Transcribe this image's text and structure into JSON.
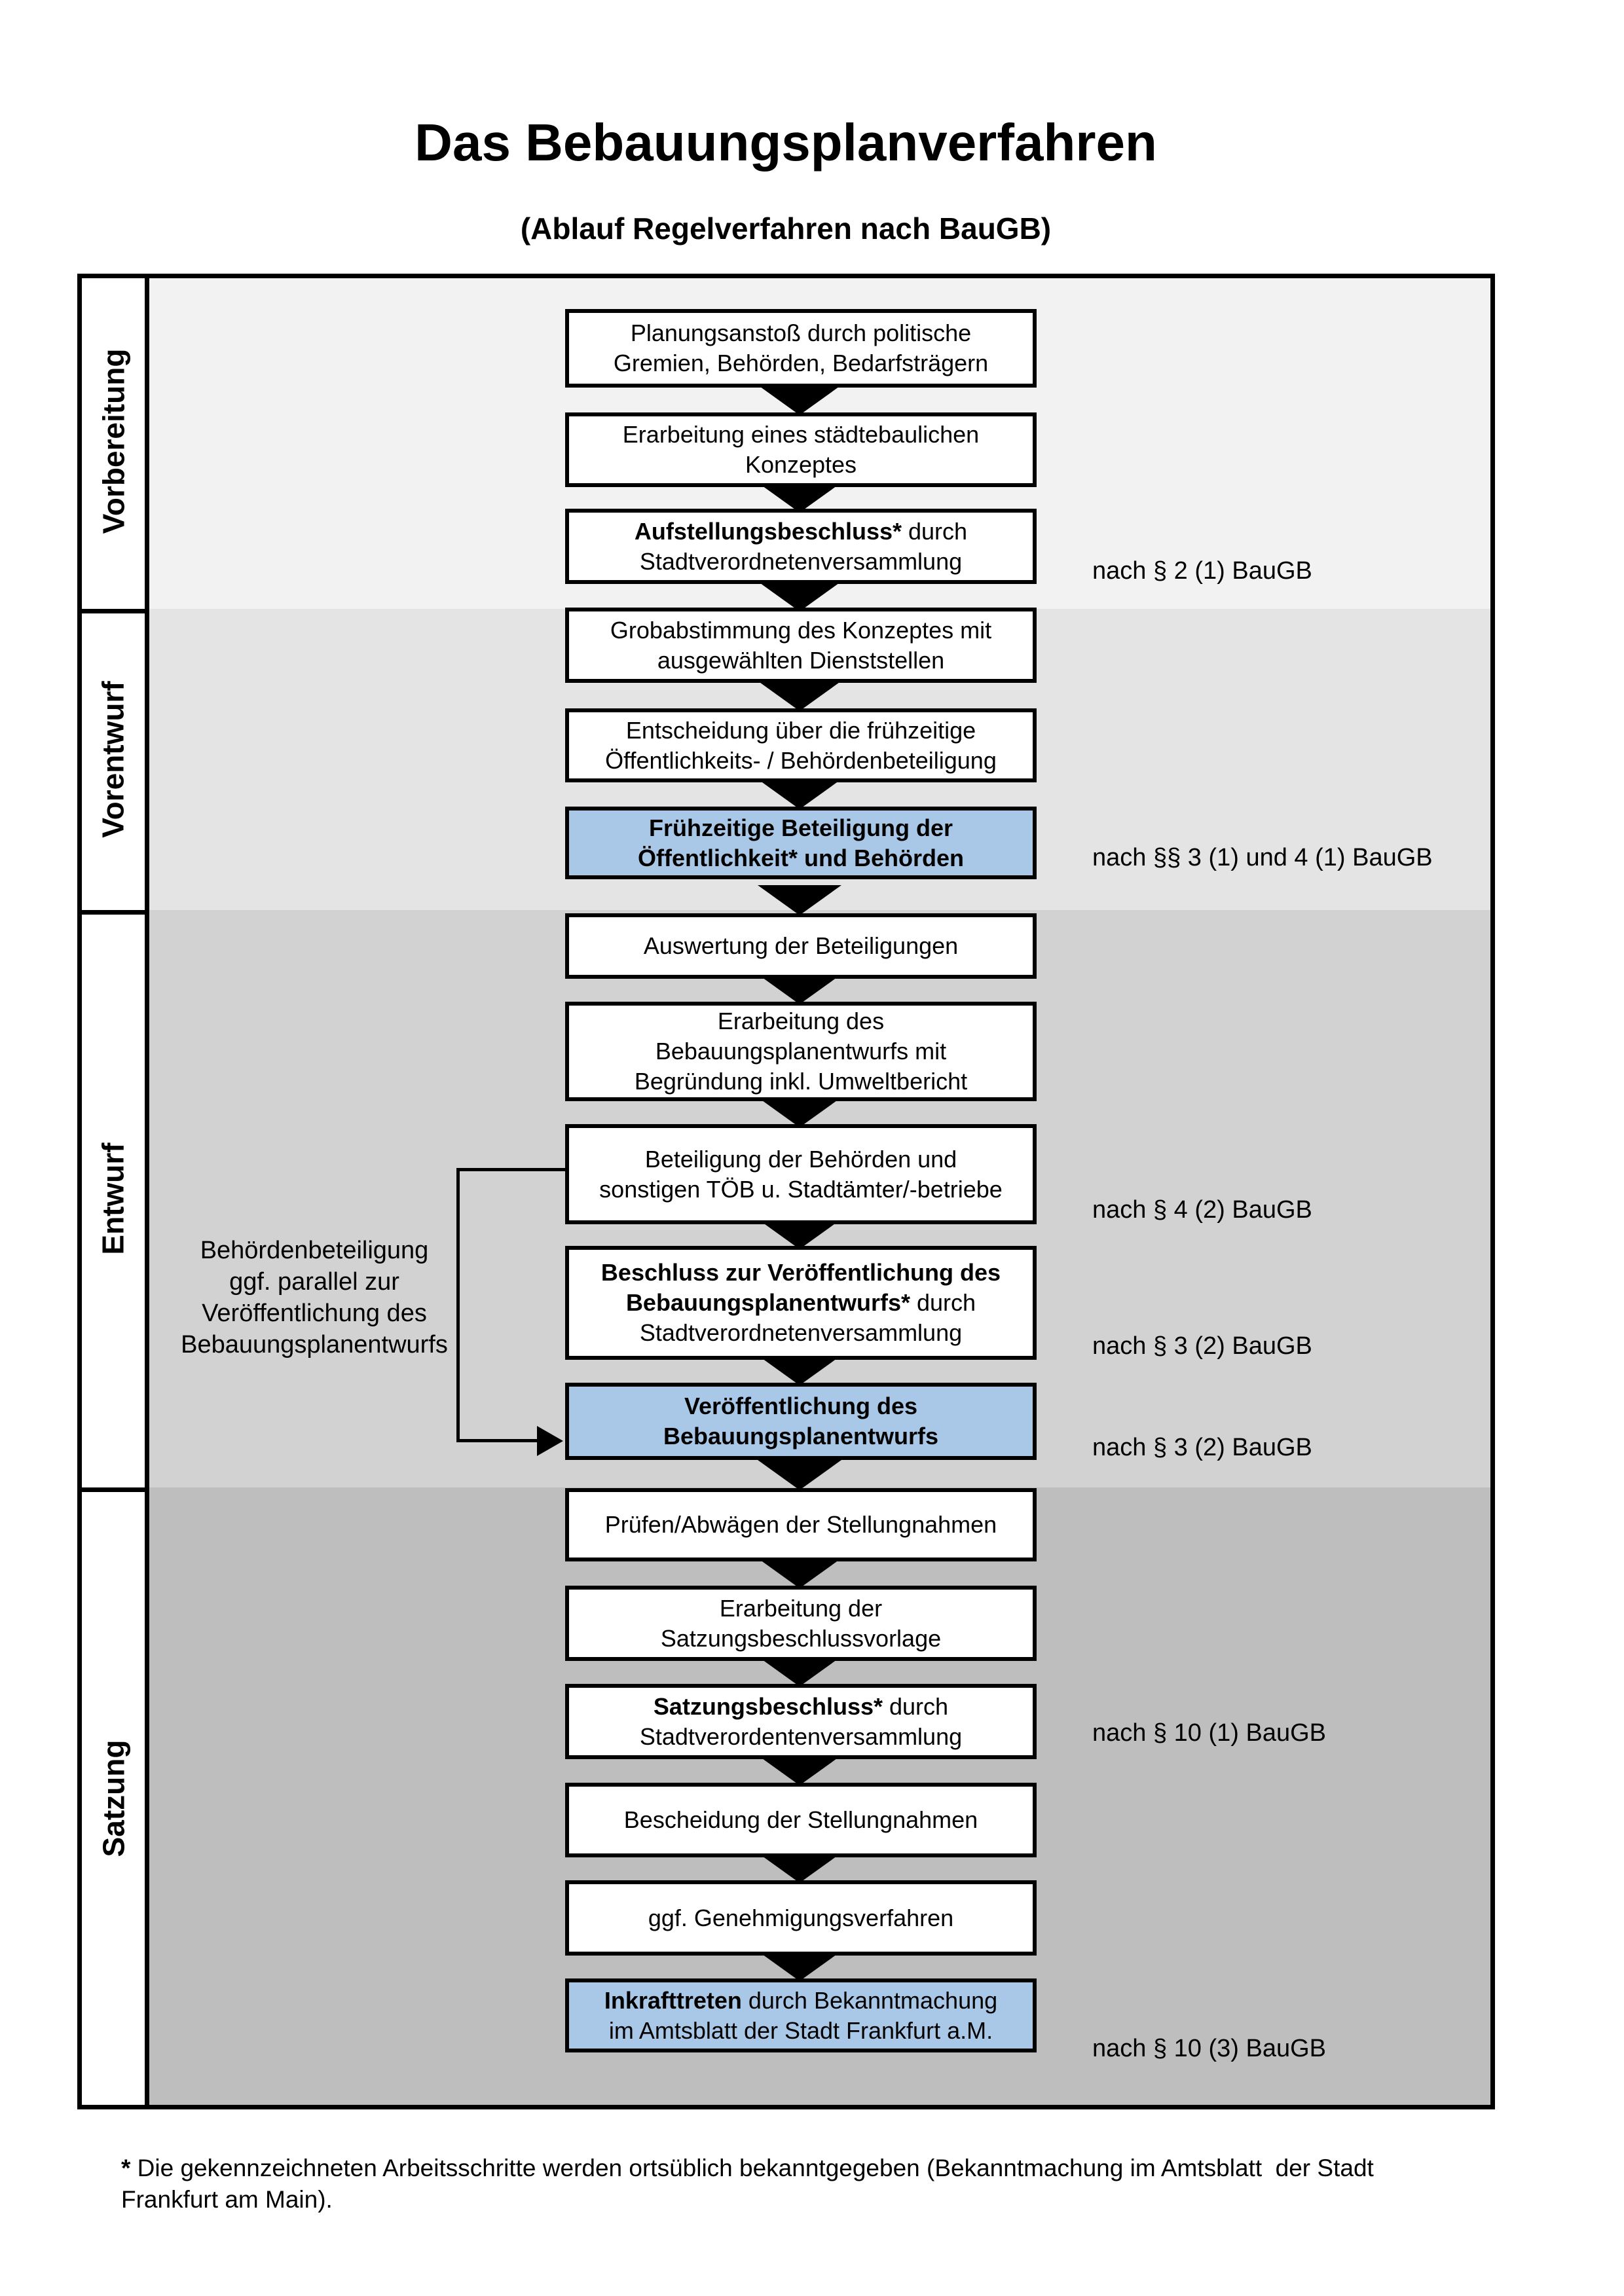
{
  "title": "Das Bebauungsplanverfahren",
  "subtitle": "(Ablauf Regelverfahren nach BauGB)",
  "colors": {
    "highlight_box": "#A9C8E8",
    "box_bg": "#FFFFFF",
    "box_border": "#000000",
    "section_bg": [
      "#F2F2F2",
      "#E4E4E4",
      "#D2D2D2",
      "#BEBEBE"
    ]
  },
  "sections": [
    {
      "label": "Vorbereitung"
    },
    {
      "label": "Vorentwurf"
    },
    {
      "label": "Entwurf"
    },
    {
      "label": "Satzung"
    }
  ],
  "flow": {
    "boxes": [
      {
        "highlighted": false,
        "lines": [
          [
            {
              "t": "Planungsanstoß durch politische"
            }
          ],
          [
            {
              "t": "Gremien, Behörden, Bedarfsträgern"
            }
          ]
        ]
      },
      {
        "highlighted": false,
        "lines": [
          [
            {
              "t": "Erarbeitung eines städtebaulichen"
            }
          ],
          [
            {
              "t": "Konzeptes"
            }
          ]
        ]
      },
      {
        "highlighted": false,
        "lines": [
          [
            {
              "t": "Aufstellungsbeschluss*",
              "b": true
            },
            {
              "t": " durch"
            }
          ],
          [
            {
              "t": "Stadtverordnetenversammlung"
            }
          ]
        ]
      },
      {
        "highlighted": false,
        "lines": [
          [
            {
              "t": "Grobabstimmung des Konzeptes mit"
            }
          ],
          [
            {
              "t": "ausgewählten Dienststellen"
            }
          ]
        ]
      },
      {
        "highlighted": false,
        "lines": [
          [
            {
              "t": "Entscheidung über die frühzeitige"
            }
          ],
          [
            {
              "t": "Öffentlichkeits- / Behördenbeteiligung"
            }
          ]
        ]
      },
      {
        "highlighted": true,
        "lines": [
          [
            {
              "t": "Frühzeitige Beteiligung der",
              "b": true
            }
          ],
          [
            {
              "t": "Öffentlichkeit* und Behörden",
              "b": true
            }
          ]
        ]
      },
      {
        "highlighted": false,
        "lines": [
          [
            {
              "t": "Auswertung der Beteiligungen"
            }
          ]
        ]
      },
      {
        "highlighted": false,
        "lines": [
          [
            {
              "t": "Erarbeitung des"
            }
          ],
          [
            {
              "t": "Bebauungsplanentwurfs mit"
            }
          ],
          [
            {
              "t": "Begründung inkl. Umweltbericht"
            }
          ]
        ]
      },
      {
        "highlighted": false,
        "lines": [
          [
            {
              "t": "Beteiligung der Behörden und"
            }
          ],
          [
            {
              "t": "sonstigen TÖB u. Stadtämter/-betriebe"
            }
          ]
        ]
      },
      {
        "highlighted": false,
        "lines": [
          [
            {
              "t": "Beschluss zur Veröffentlichung des",
              "b": true
            }
          ],
          [
            {
              "t": "Bebauungsplanentwurfs*",
              "b": true
            },
            {
              "t": " durch"
            }
          ],
          [
            {
              "t": "Stadtverordnetenversammlung"
            }
          ]
        ]
      },
      {
        "highlighted": true,
        "lines": [
          [
            {
              "t": "Veröffentlichung des",
              "b": true
            }
          ],
          [
            {
              "t": "Bebauungsplanentwurfs",
              "b": true
            }
          ]
        ]
      },
      {
        "highlighted": false,
        "lines": [
          [
            {
              "t": "Prüfen/Abwägen der Stellungnahmen"
            }
          ]
        ]
      },
      {
        "highlighted": false,
        "lines": [
          [
            {
              "t": "Erarbeitung der"
            }
          ],
          [
            {
              "t": "Satzungsbeschlussvorlage"
            }
          ]
        ]
      },
      {
        "highlighted": false,
        "lines": [
          [
            {
              "t": "Satzungsbeschluss*",
              "b": true
            },
            {
              "t": " durch"
            }
          ],
          [
            {
              "t": "Stadtverordentenversammlung"
            }
          ]
        ]
      },
      {
        "highlighted": false,
        "lines": [
          [
            {
              "t": "Bescheidung der Stellungnahmen"
            }
          ]
        ]
      },
      {
        "highlighted": false,
        "lines": [
          [
            {
              "t": "ggf. Genehmigungsverfahren"
            }
          ]
        ]
      },
      {
        "highlighted": true,
        "lines": [
          [
            {
              "t": "Inkrafttreten",
              "b": true
            },
            {
              "t": " durch Bekanntmachung"
            }
          ],
          [
            {
              "t": "im Amtsblatt der Stadt Frankfurt a.M."
            }
          ]
        ]
      }
    ]
  },
  "legal_refs": [
    {
      "text": "nach § 2 (1) BauGB"
    },
    {
      "text": "nach §§ 3 (1) und 4 (1) BauGB"
    },
    {
      "text": "nach § 4 (2) BauGB"
    },
    {
      "text": "nach § 3 (2) BauGB"
    },
    {
      "text": "nach § 3 (2) BauGB"
    },
    {
      "text": "nach § 10 (1) BauGB"
    },
    {
      "text": "nach § 10 (3) BauGB"
    }
  ],
  "side_note": {
    "lines": [
      "Behördenbeteiligung",
      "ggf. parallel zur",
      "Veröffentlichung des",
      "Bebauungsplanentwurfs"
    ]
  },
  "footnote": {
    "marker": "*",
    "line1": " Die gekennzeichneten Arbeitsschritte werden ortsüblich bekanntgegeben (Bekanntmachung im Amtsblatt  der Stadt",
    "line2": "Frankfurt am Main)."
  }
}
